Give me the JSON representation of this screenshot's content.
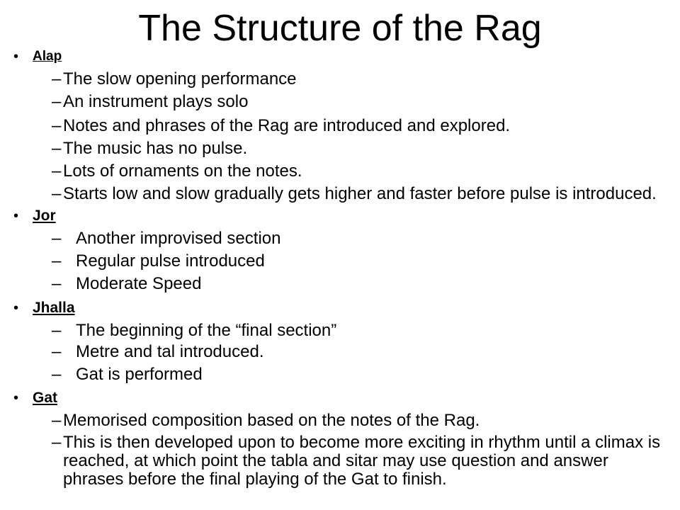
{
  "slide": {
    "title": "The Structure of the Rag"
  },
  "glyphs": {
    "bullet": "•",
    "dash": "–"
  },
  "sections": [
    {
      "heading": "Alap",
      "items": [
        {
          "text": "The slow opening performance"
        },
        {
          "text": "An instrument plays solo"
        },
        {
          "text": "Notes and phrases of the Rag are introduced and explored."
        },
        {
          "text": "The music has no pulse."
        },
        {
          "text": "Lots of ornaments on the notes."
        },
        {
          "text": "Starts low and slow gradually gets higher and faster before pulse is introduced."
        }
      ]
    },
    {
      "heading": "Jor",
      "items": [
        {
          "text": "Another improvised section"
        },
        {
          "text": "Regular pulse introduced"
        },
        {
          "text": "Moderate Speed"
        }
      ]
    },
    {
      "heading": "Jhalla",
      "items": [
        {
          "text": "The beginning of the “final section”"
        },
        {
          "text": "Metre and tal introduced."
        },
        {
          "text": "Gat is performed"
        }
      ]
    },
    {
      "heading": "Gat",
      "items": [
        {
          "text": "Memorised composition based on the notes of the Rag."
        },
        {
          "lines": [
            "This is then developed upon to become more exciting in rhythm until a climax is",
            "reached, at which point the tabla and sitar may use question and answer",
            "phrases before the final playing of the Gat to finish."
          ]
        }
      ]
    }
  ]
}
